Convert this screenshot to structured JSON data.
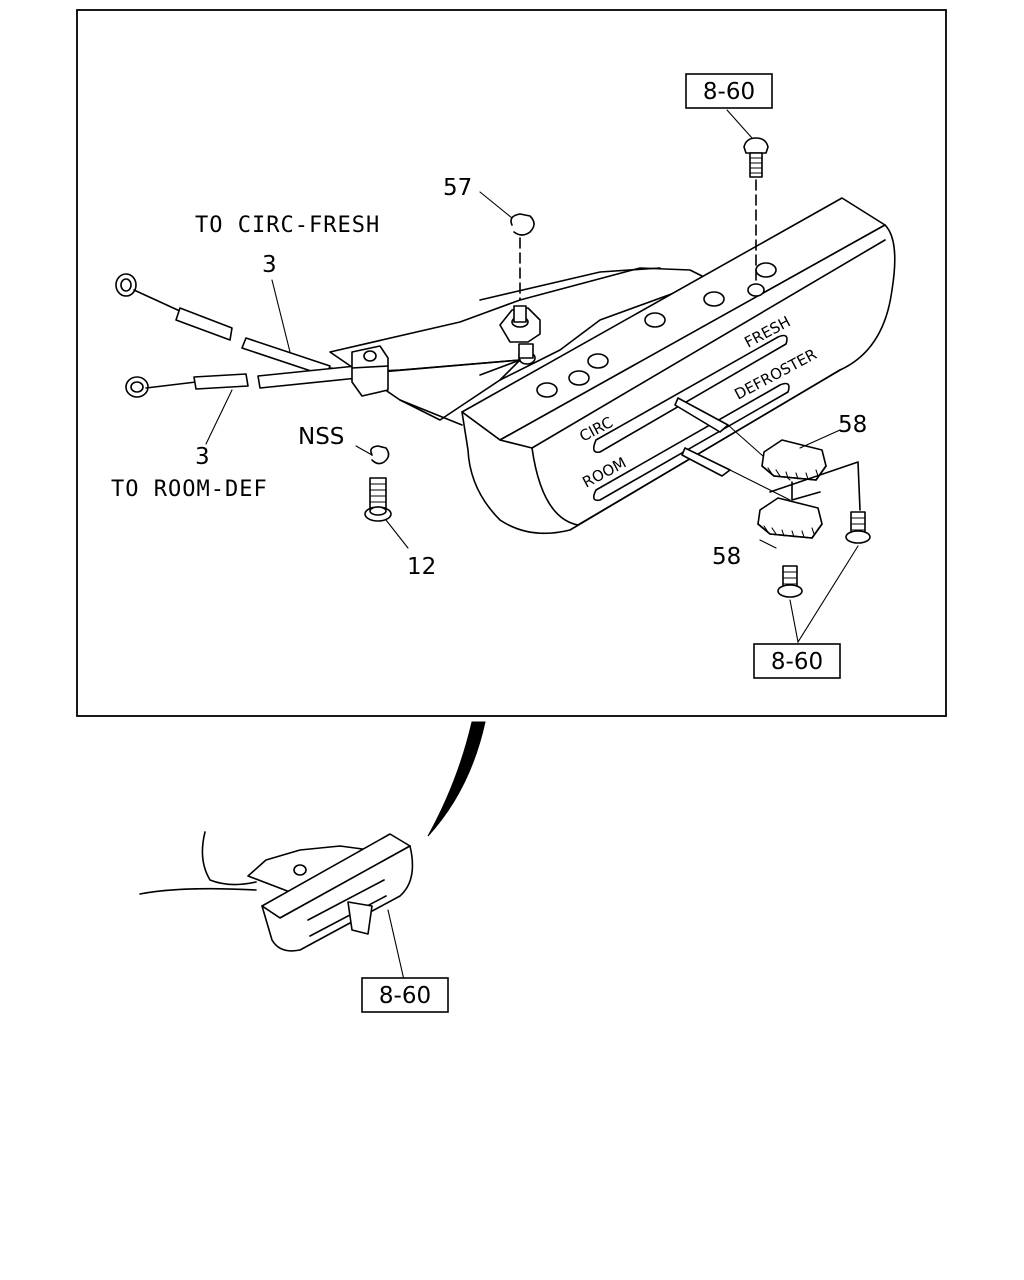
{
  "labels": {
    "to_circ_fresh": "TO CIRC-FRESH",
    "to_room_def": "TO ROOM-DEF",
    "cable_upper": "3",
    "cable_lower": "3",
    "clip_57": "57",
    "nss": "NSS",
    "screw_12": "12",
    "knob_upper": "58",
    "knob_lower": "58"
  },
  "panel_text": {
    "circ": "CIRC",
    "room": "ROOM",
    "fresh": "FRESH",
    "defroster": "DEFROSTER"
  },
  "refs": {
    "top": "8-60",
    "bottom_right": "8-60",
    "overview": "8-60"
  }
}
